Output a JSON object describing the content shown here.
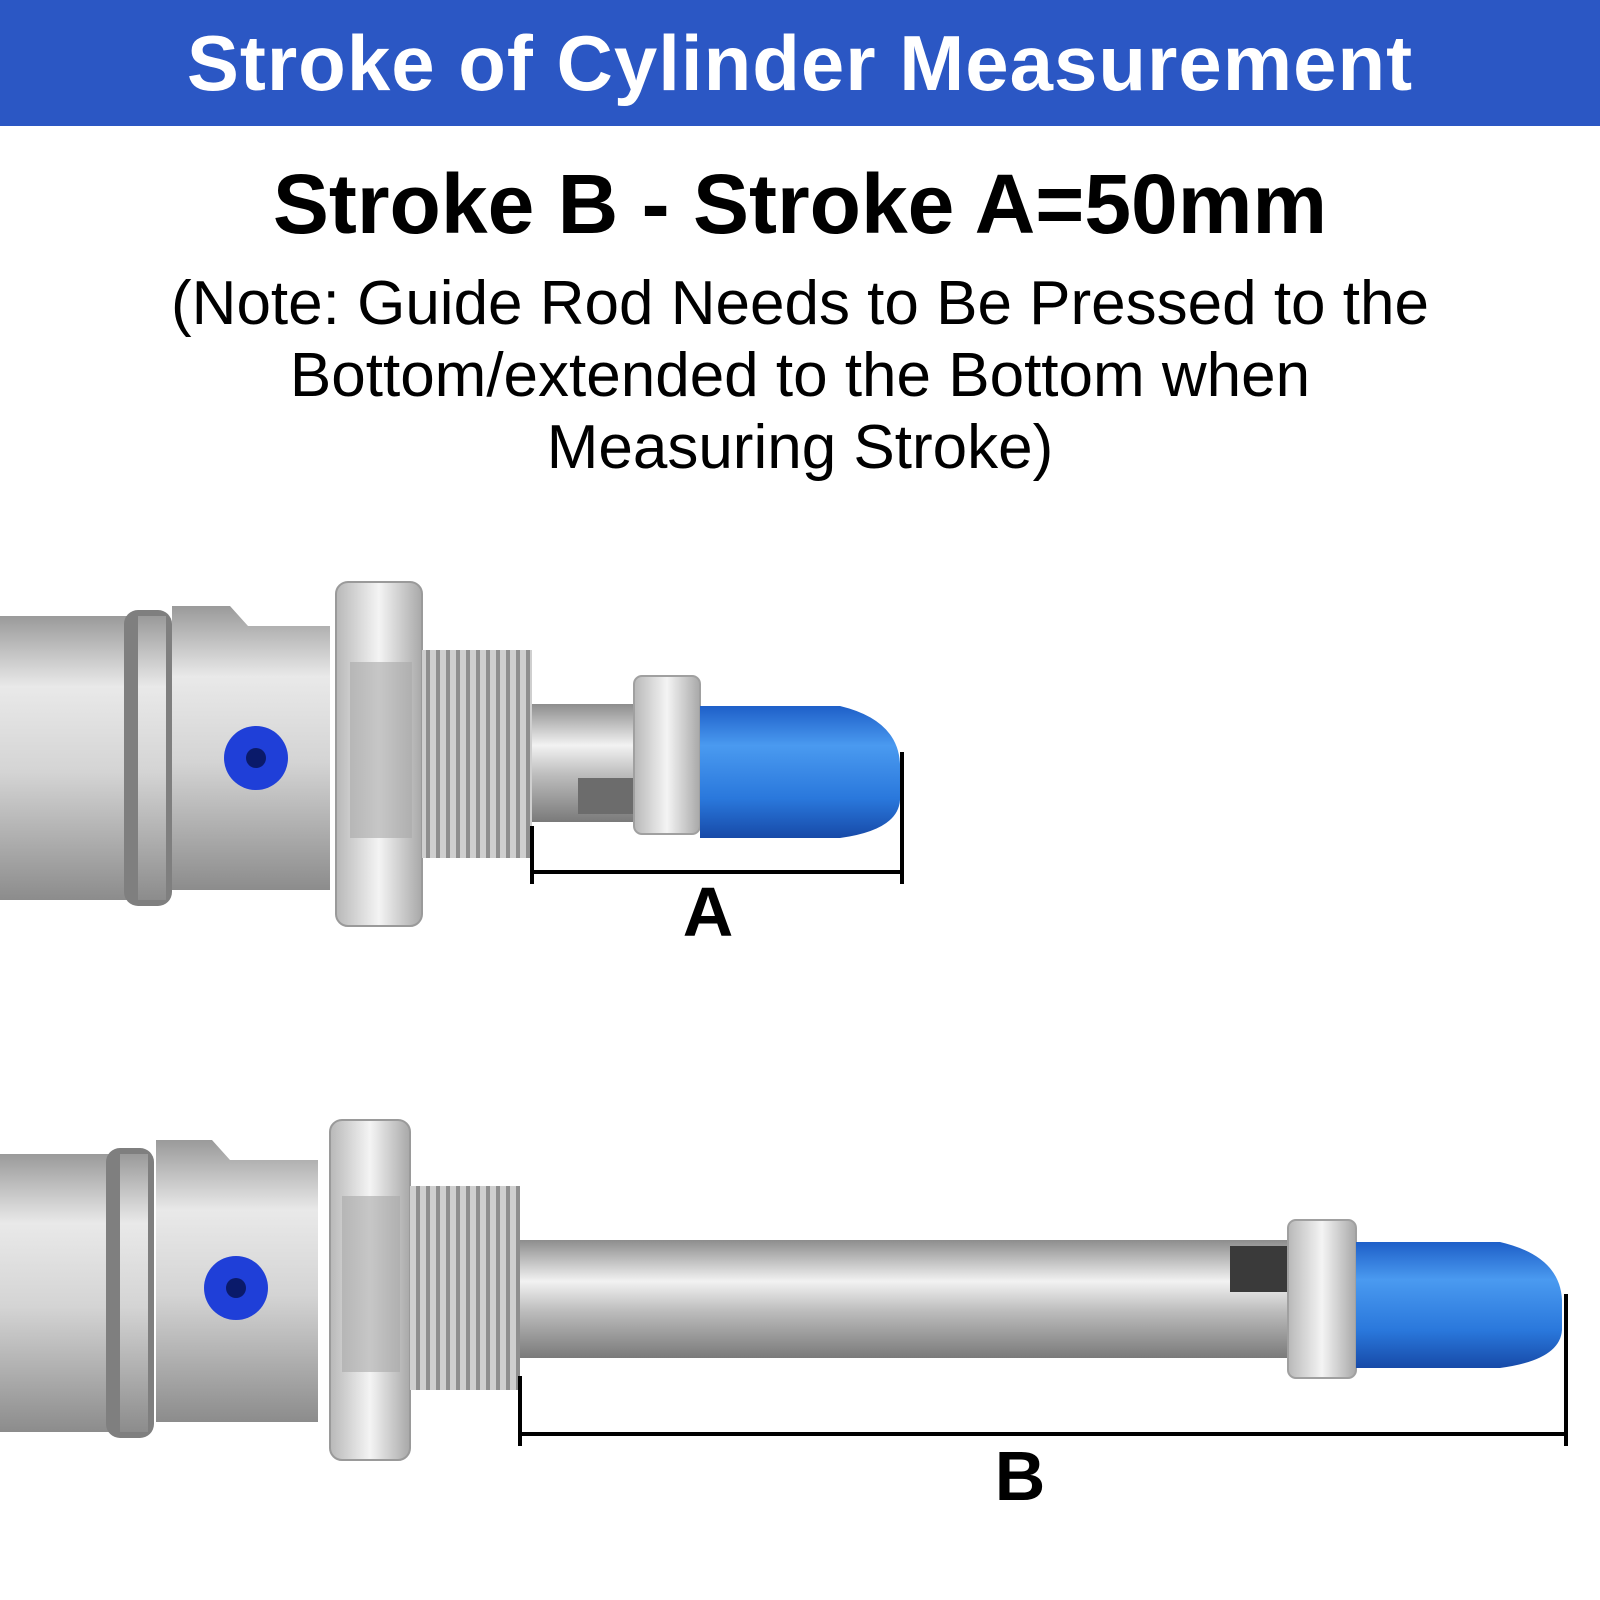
{
  "banner": {
    "title": "Stroke of Cylinder Measurement"
  },
  "formula": "Stroke B - Stroke A=50mm",
  "note": {
    "lines": [
      "(Note: Guide Rod Needs to Be Pressed to the",
      "Bottom/extended to the Bottom when",
      "Measuring Stroke)"
    ]
  },
  "dimensions": {
    "a_label": "A",
    "b_label": "B"
  },
  "colors": {
    "banner": "#2b57c4",
    "cap": "#2f7fe0",
    "port": "#1f3fd8",
    "metal": "#c8c8c8"
  }
}
